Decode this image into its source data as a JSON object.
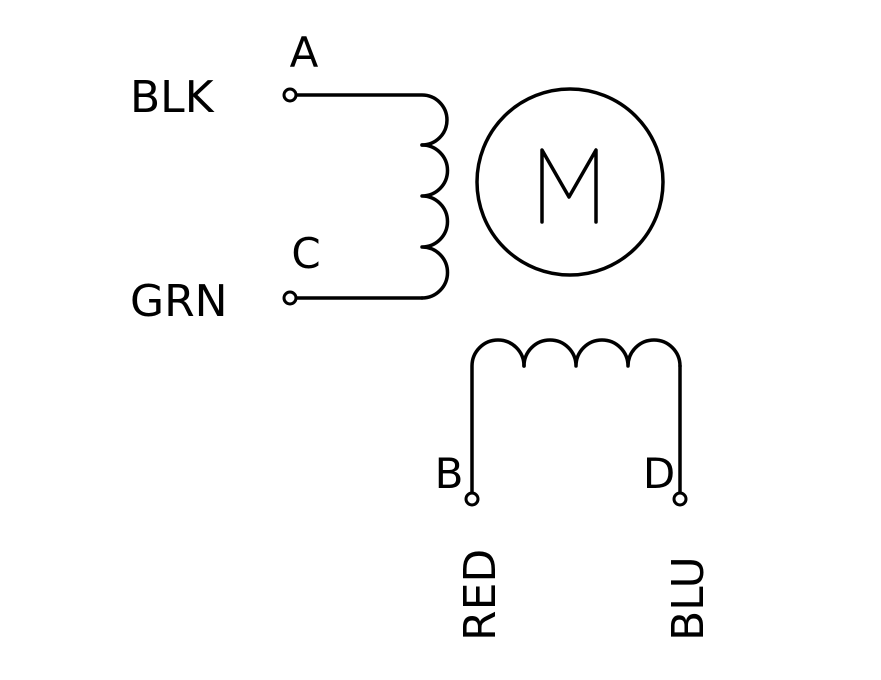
{
  "colors": {
    "line": "#000000",
    "background": "#ffffff"
  },
  "motor": {
    "label": "M"
  },
  "coil_1": {
    "terminal_top": {
      "label": "A",
      "wire": "BLK"
    },
    "terminal_bottom": {
      "label": "C",
      "wire": "GRN"
    }
  },
  "coil_2": {
    "terminal_left": {
      "label": "B",
      "wire": "RED"
    },
    "terminal_right": {
      "label": "D",
      "wire": "BLU"
    }
  }
}
